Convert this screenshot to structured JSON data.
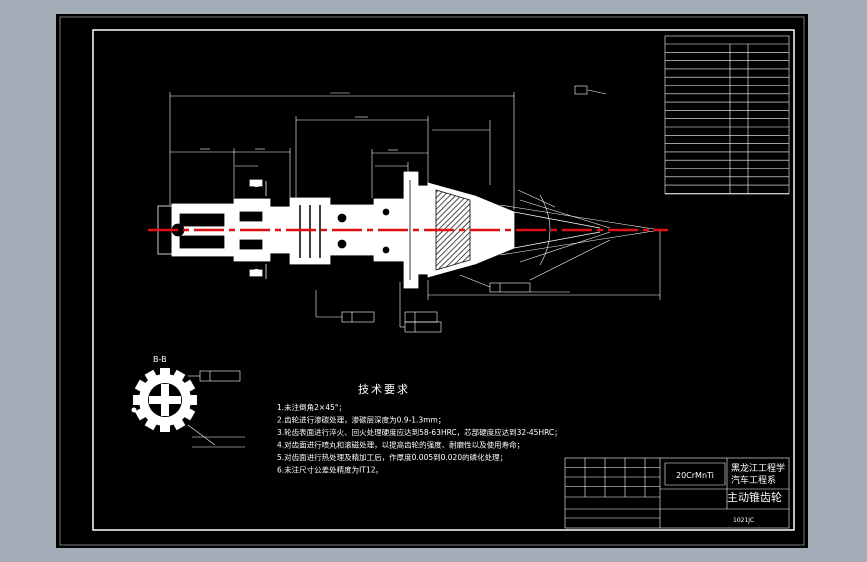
{
  "colors": {
    "background": "#a3acb7",
    "canvas": "#000000",
    "lines": "#ffffff",
    "centerline": "#e01010",
    "frame_border": "#c8ccd2"
  },
  "section": {
    "label": "B-B"
  },
  "view_labels": {
    "b_top": "B",
    "b_bottom": "B"
  },
  "technical_requirements": {
    "title": "技术要求",
    "items": [
      "1.未注倒角2×45°；",
      "2.齿轮进行渗碳处理，渗碳层深度为0.9-1.3mm；",
      "3.轮齿表面进行淬火、回火处理硬度应达到58-63HRC，芯部硬度应达到32-45HRC；",
      "4.对齿面进行喷丸和滚磁处理，以提高齿轮的强度、耐磨性以及使用寿命；",
      "5.对齿面进行热处理及精加工后，作厚度0.005到0.020的磷化处理；",
      "6.未注尺寸公差处精度为IT12。"
    ]
  },
  "title_block": {
    "material": "20CrMnTi",
    "school_line1": "黑龙江工程学",
    "school_line2": "汽车工程系",
    "part_name": "主动锥齿轮",
    "drawing_code": "1021JC"
  }
}
